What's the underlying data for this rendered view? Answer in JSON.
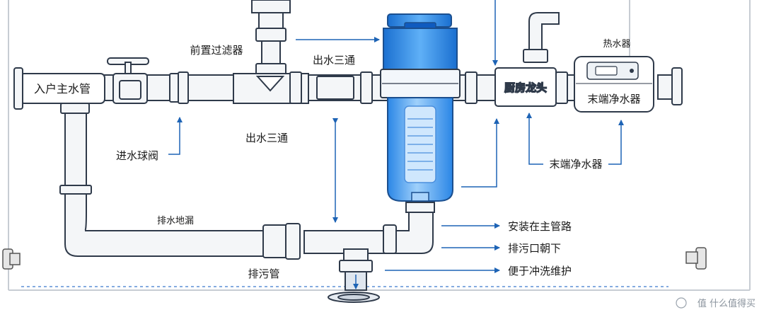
{
  "labels": {
    "inlet_main": "入户主水管",
    "pre_filter": "前置过滤器",
    "outlet_tee_top": "出水三通",
    "outlet_tee_mid": "出水三通",
    "inlet_ball_valve": "进水球阀",
    "floor_drain": "排水地漏",
    "drain_pipe": "排污管",
    "water_heater": "热水器",
    "kitchen_faucet": "厨房龙头",
    "end_purifier_box": "末端净水器",
    "end_purifier_callout": "末端净水器"
  },
  "notes": [
    "安装在主管路",
    "排污口朝下",
    "便于冲洗维护"
  ],
  "watermark": "值 什么值得买",
  "colors": {
    "outline": "#2f3a4a",
    "arrow_blue": "#1d63b5",
    "filter_blue": "#1e7fe0",
    "pipe_fill": "#f4f6f8",
    "floor_line": "#5b8fd6"
  }
}
